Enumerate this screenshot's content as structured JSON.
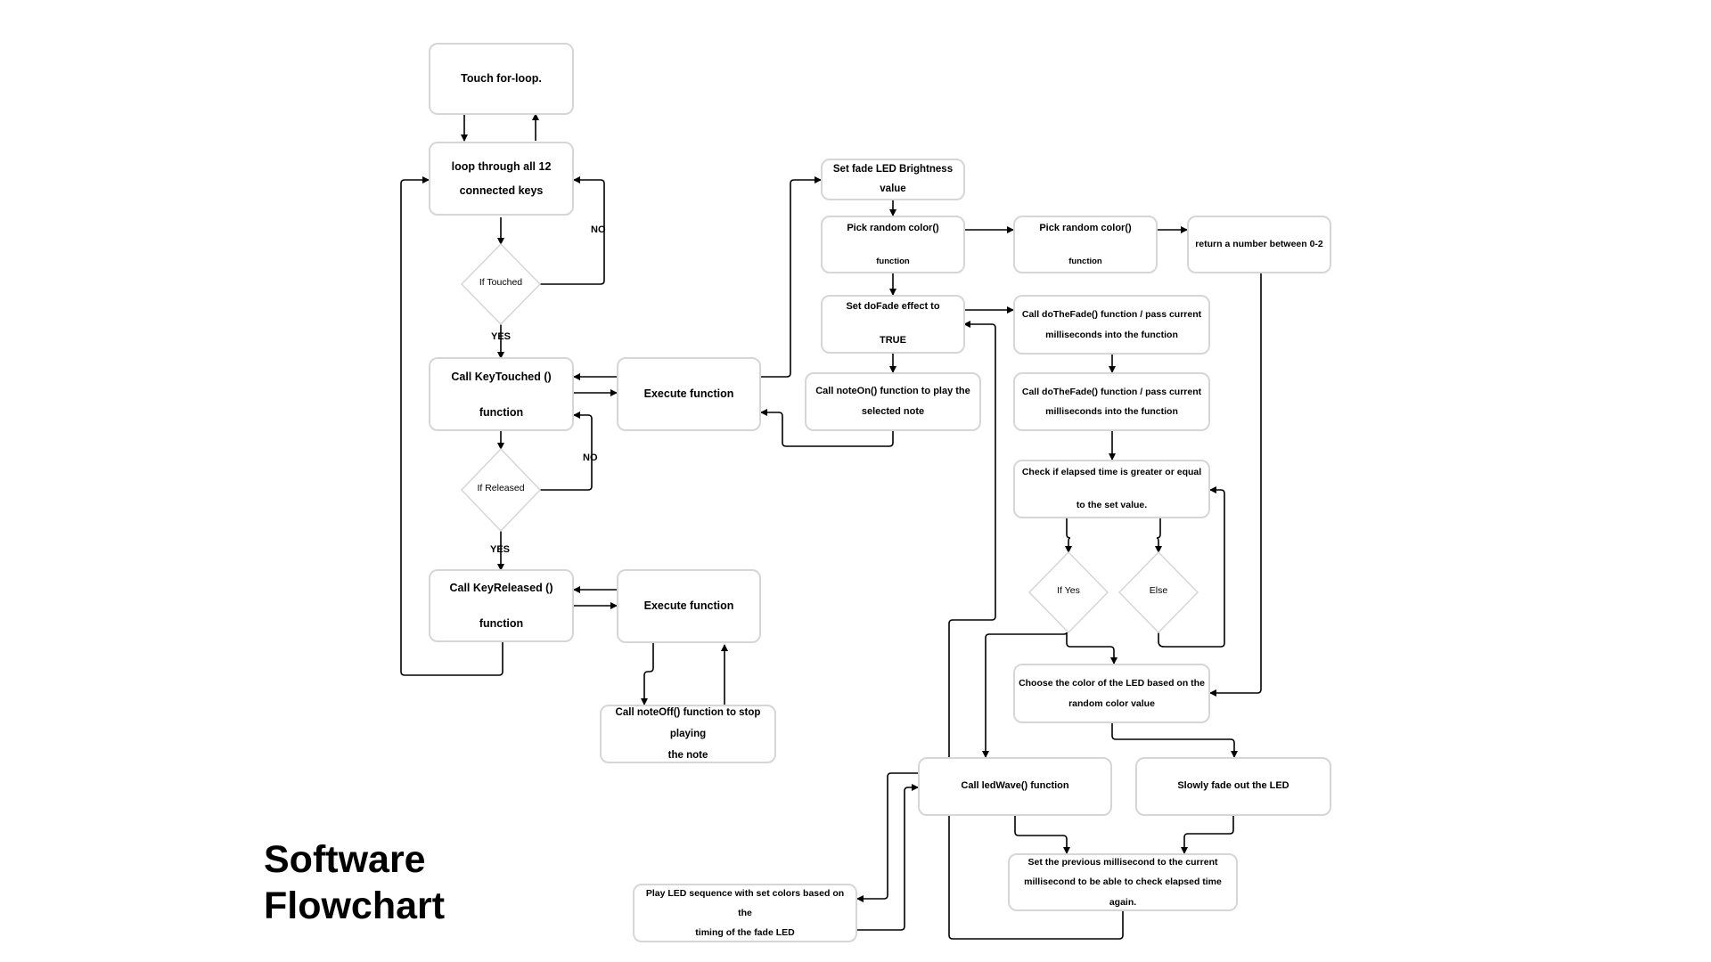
{
  "title": {
    "line1": "Software",
    "line2": "Flowchart"
  },
  "nodes": {
    "touch_loop": "Touch for-loop.",
    "loop_keys": [
      "loop through all 12",
      "connected keys"
    ],
    "if_touched": "If Touched",
    "call_keytouched": [
      "Call KeyTouched ()",
      "function"
    ],
    "execute_1": "Execute function",
    "if_released": "If Released",
    "call_keyreleased": [
      "Call KeyReleased ()",
      "function"
    ],
    "execute_2": "Execute function",
    "note_off": [
      "Call noteOff() function to stop playing",
      "the note"
    ],
    "set_fade": [
      "Set fade LED Brightness",
      "value"
    ],
    "pick_color_1": [
      "Pick random color()",
      "function"
    ],
    "pick_color_2": [
      "Pick random color()",
      "function"
    ],
    "return_number": "return a number between 0-2",
    "set_dofade": [
      "Set doFade effect to",
      "TRUE"
    ],
    "note_on": [
      "Call noteOn() function to play the",
      "selected note"
    ],
    "do_the_fade_1": [
      "Call doTheFade() function / pass current",
      "milliseconds into the function"
    ],
    "do_the_fade_2": [
      "Call doTheFade() function / pass current",
      "milliseconds into the function"
    ],
    "check_elapsed": [
      "Check if elapsed time is greater or equal",
      "to the set value."
    ],
    "if_yes": "If Yes",
    "else": "Else",
    "choose_color": [
      "Choose the color of the LED based on the",
      "random color value"
    ],
    "call_ledwave": "Call ledWave() function",
    "slowly_fade": "Slowly fade out the LED",
    "set_previous": [
      "Set the previous millisecond to the current",
      "millisecond to be able to check elapsed time again."
    ],
    "play_led": [
      "Play LED sequence with set colors based on the",
      "timing of the fade LED"
    ]
  },
  "edge_labels": {
    "no_1": "NO",
    "yes_1": "YES",
    "no_2": "NO",
    "yes_2": "YES"
  },
  "colors": {
    "node_border": "#d6d6d6",
    "line": "#000000"
  }
}
